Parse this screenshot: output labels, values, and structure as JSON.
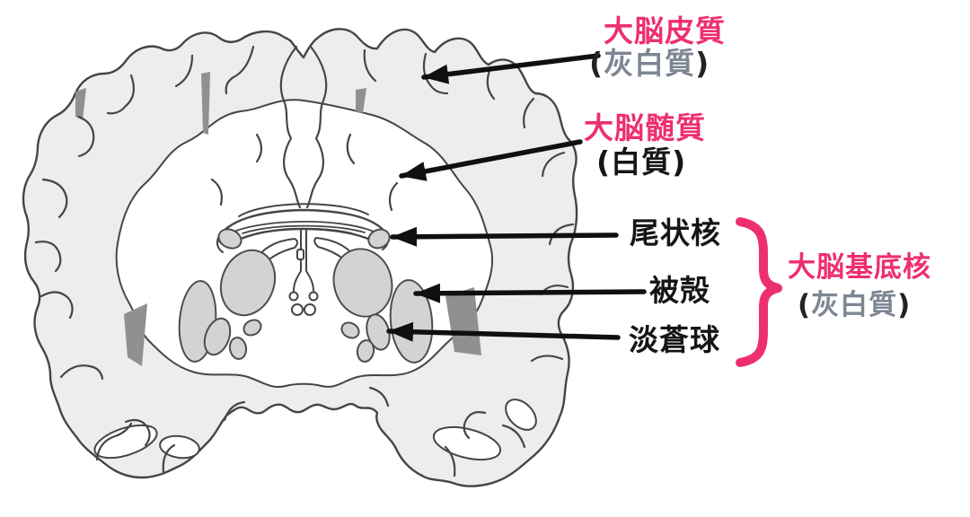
{
  "figure": {
    "labels": {
      "cortex": {
        "title": "大脳皮質",
        "sub_open": "(",
        "sub_inner": "灰白質",
        "sub_close": ")"
      },
      "medulla": {
        "title": "大脳髄質",
        "sub": "(白質)"
      },
      "caudate": {
        "title": "尾状核"
      },
      "putamen": {
        "title": "被殻"
      },
      "pallidum": {
        "title": "淡蒼球"
      },
      "basal_ganglia": {
        "title": "大脳基底核",
        "sub_open": "(",
        "sub_inner": "灰白質",
        "sub_close": ")"
      }
    },
    "colors": {
      "accent_pink": "#ee2f6e",
      "text_black": "#151515",
      "sub_gray": "#7d8692",
      "line_dark": "#454545",
      "nuclei_fill": "#d3d3d3",
      "cortex_fill": "#eeedeb",
      "arrow_black": "#101010"
    }
  }
}
